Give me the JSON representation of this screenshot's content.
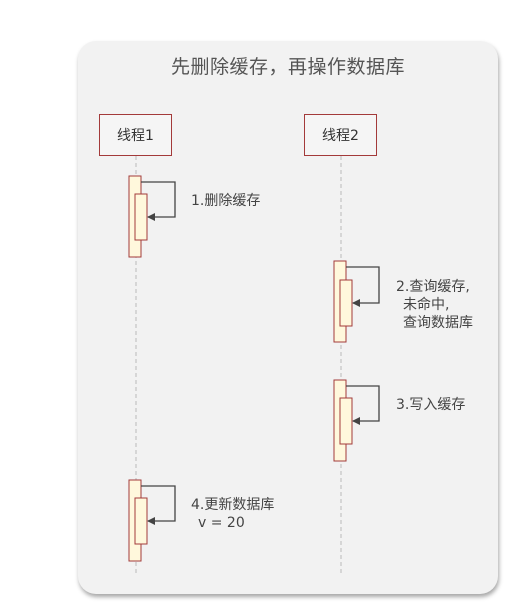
{
  "title": "先删除缓存，再操作数据库",
  "actors": [
    "线程1",
    "线程2"
  ],
  "steps": [
    {
      "lines": [
        "1.删除缓存"
      ]
    },
    {
      "lines": [
        "2.查询缓存,",
        "未命中,",
        "查询数据库"
      ]
    },
    {
      "lines": [
        "3.写入缓存"
      ]
    },
    {
      "lines": [
        "4.更新数据库",
        "v = 20"
      ]
    }
  ],
  "colors": {
    "border": "#a33a3a",
    "activation_fill": "#fff8dc",
    "lifeline": "#bbbbbb",
    "arrow": "#444444",
    "card": "#f2f2f2"
  }
}
